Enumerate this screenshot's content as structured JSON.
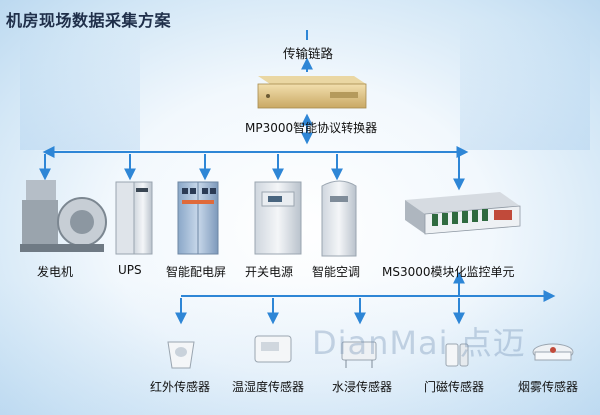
{
  "title": "机房现场数据采集方案",
  "transmission": "传输链路",
  "converter": "MP3000智能协议转换器",
  "devices": [
    "发电机",
    "UPS",
    "智能配电屏",
    "开关电源",
    "智能空调",
    "MS3000模块化监控单元"
  ],
  "sensors": [
    "红外传感器",
    "温湿度传感器",
    "水浸传感器",
    "门磁传感器",
    "烟雾传感器"
  ],
  "watermark": "DianMai 点迈",
  "colors": {
    "link": "#2e86d6",
    "title": "#1f2f4a"
  }
}
